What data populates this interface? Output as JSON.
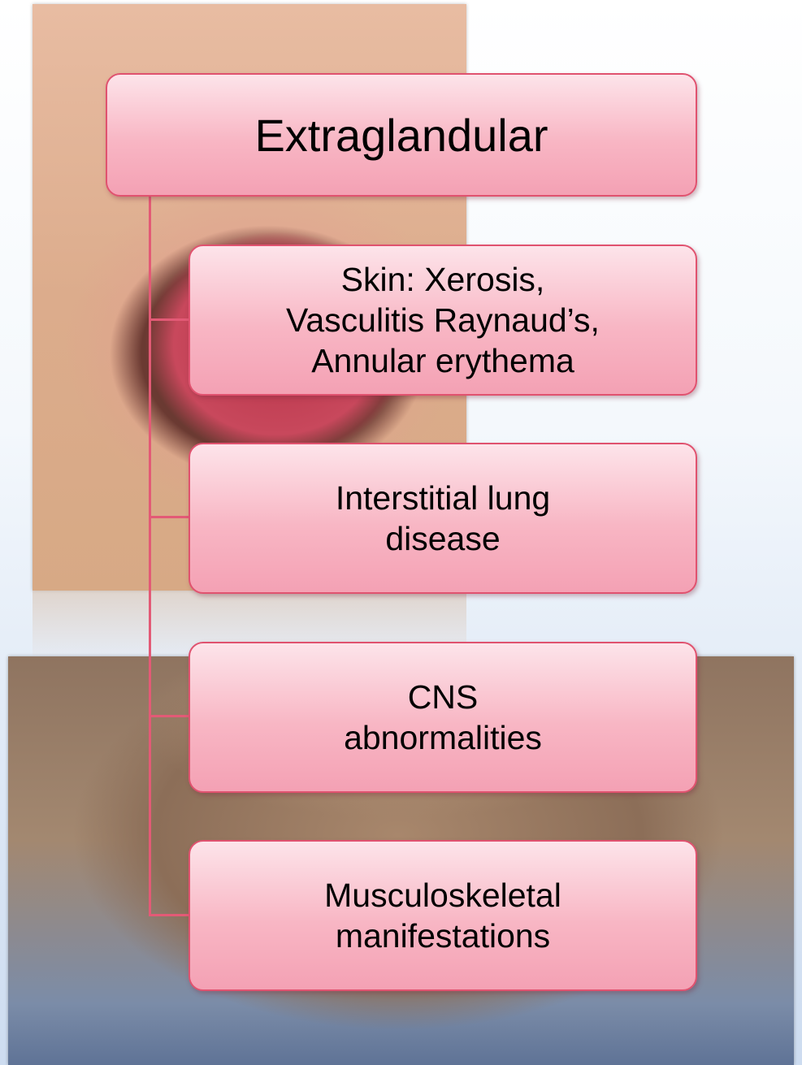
{
  "diagram": {
    "root": {
      "label": "Extraglandular"
    },
    "children": [
      {
        "label": "Skin: Xerosis,\nVasculitis Raynaud’s,\nAnnular erythema"
      },
      {
        "label": "Interstitial lung\ndisease"
      },
      {
        "label": "CNS\nabnormalities"
      },
      {
        "label": "Musculoskeletal\nmanifestations"
      }
    ]
  },
  "colors": {
    "box_border": "#e0526f",
    "box_fill": "#f8b6c4",
    "connector": "#e35a76"
  },
  "images": [
    {
      "name": "oral-cavity-photo"
    },
    {
      "name": "face-neck-photo"
    }
  ]
}
